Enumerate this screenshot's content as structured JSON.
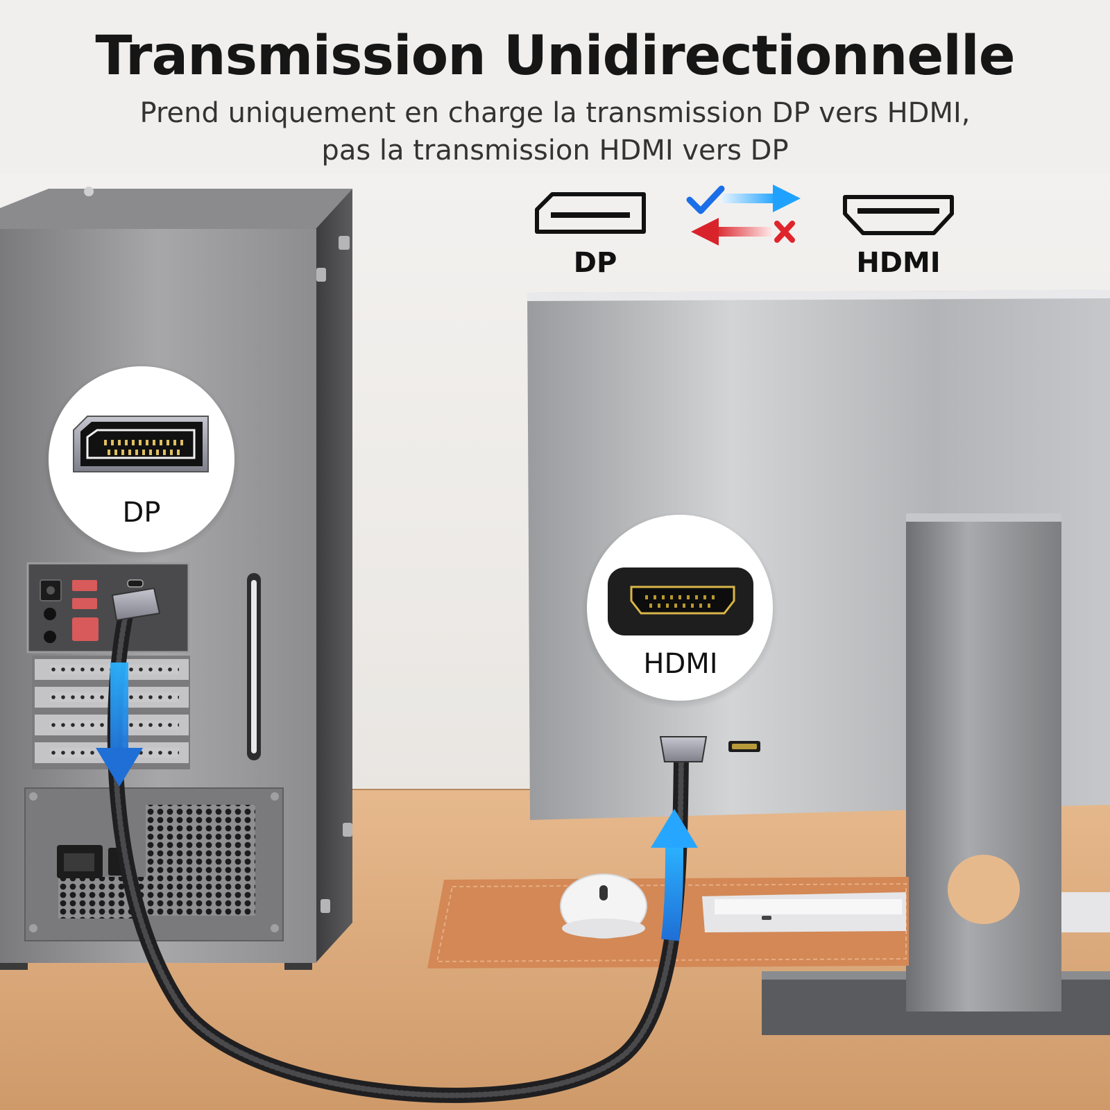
{
  "title": "Transmission Unidirectionnelle",
  "subtitle_line1": "Prend uniquement en charge la transmission DP vers HDMI,",
  "subtitle_line2": "pas la transmission HDMI vers DP",
  "diagram": {
    "source_label": "DP",
    "target_label": "HDMI",
    "forward_icon": "check-icon",
    "reverse_icon": "cross-icon"
  },
  "callouts": {
    "pc_port_label": "DP",
    "monitor_port_label": "HDMI"
  },
  "colors": {
    "accent_blue": "#1e8fff",
    "warning_red": "#e0242c",
    "check_blue": "#1a6fe8",
    "desk_wood": "#d9a877",
    "mat_orange": "#d4875a"
  }
}
